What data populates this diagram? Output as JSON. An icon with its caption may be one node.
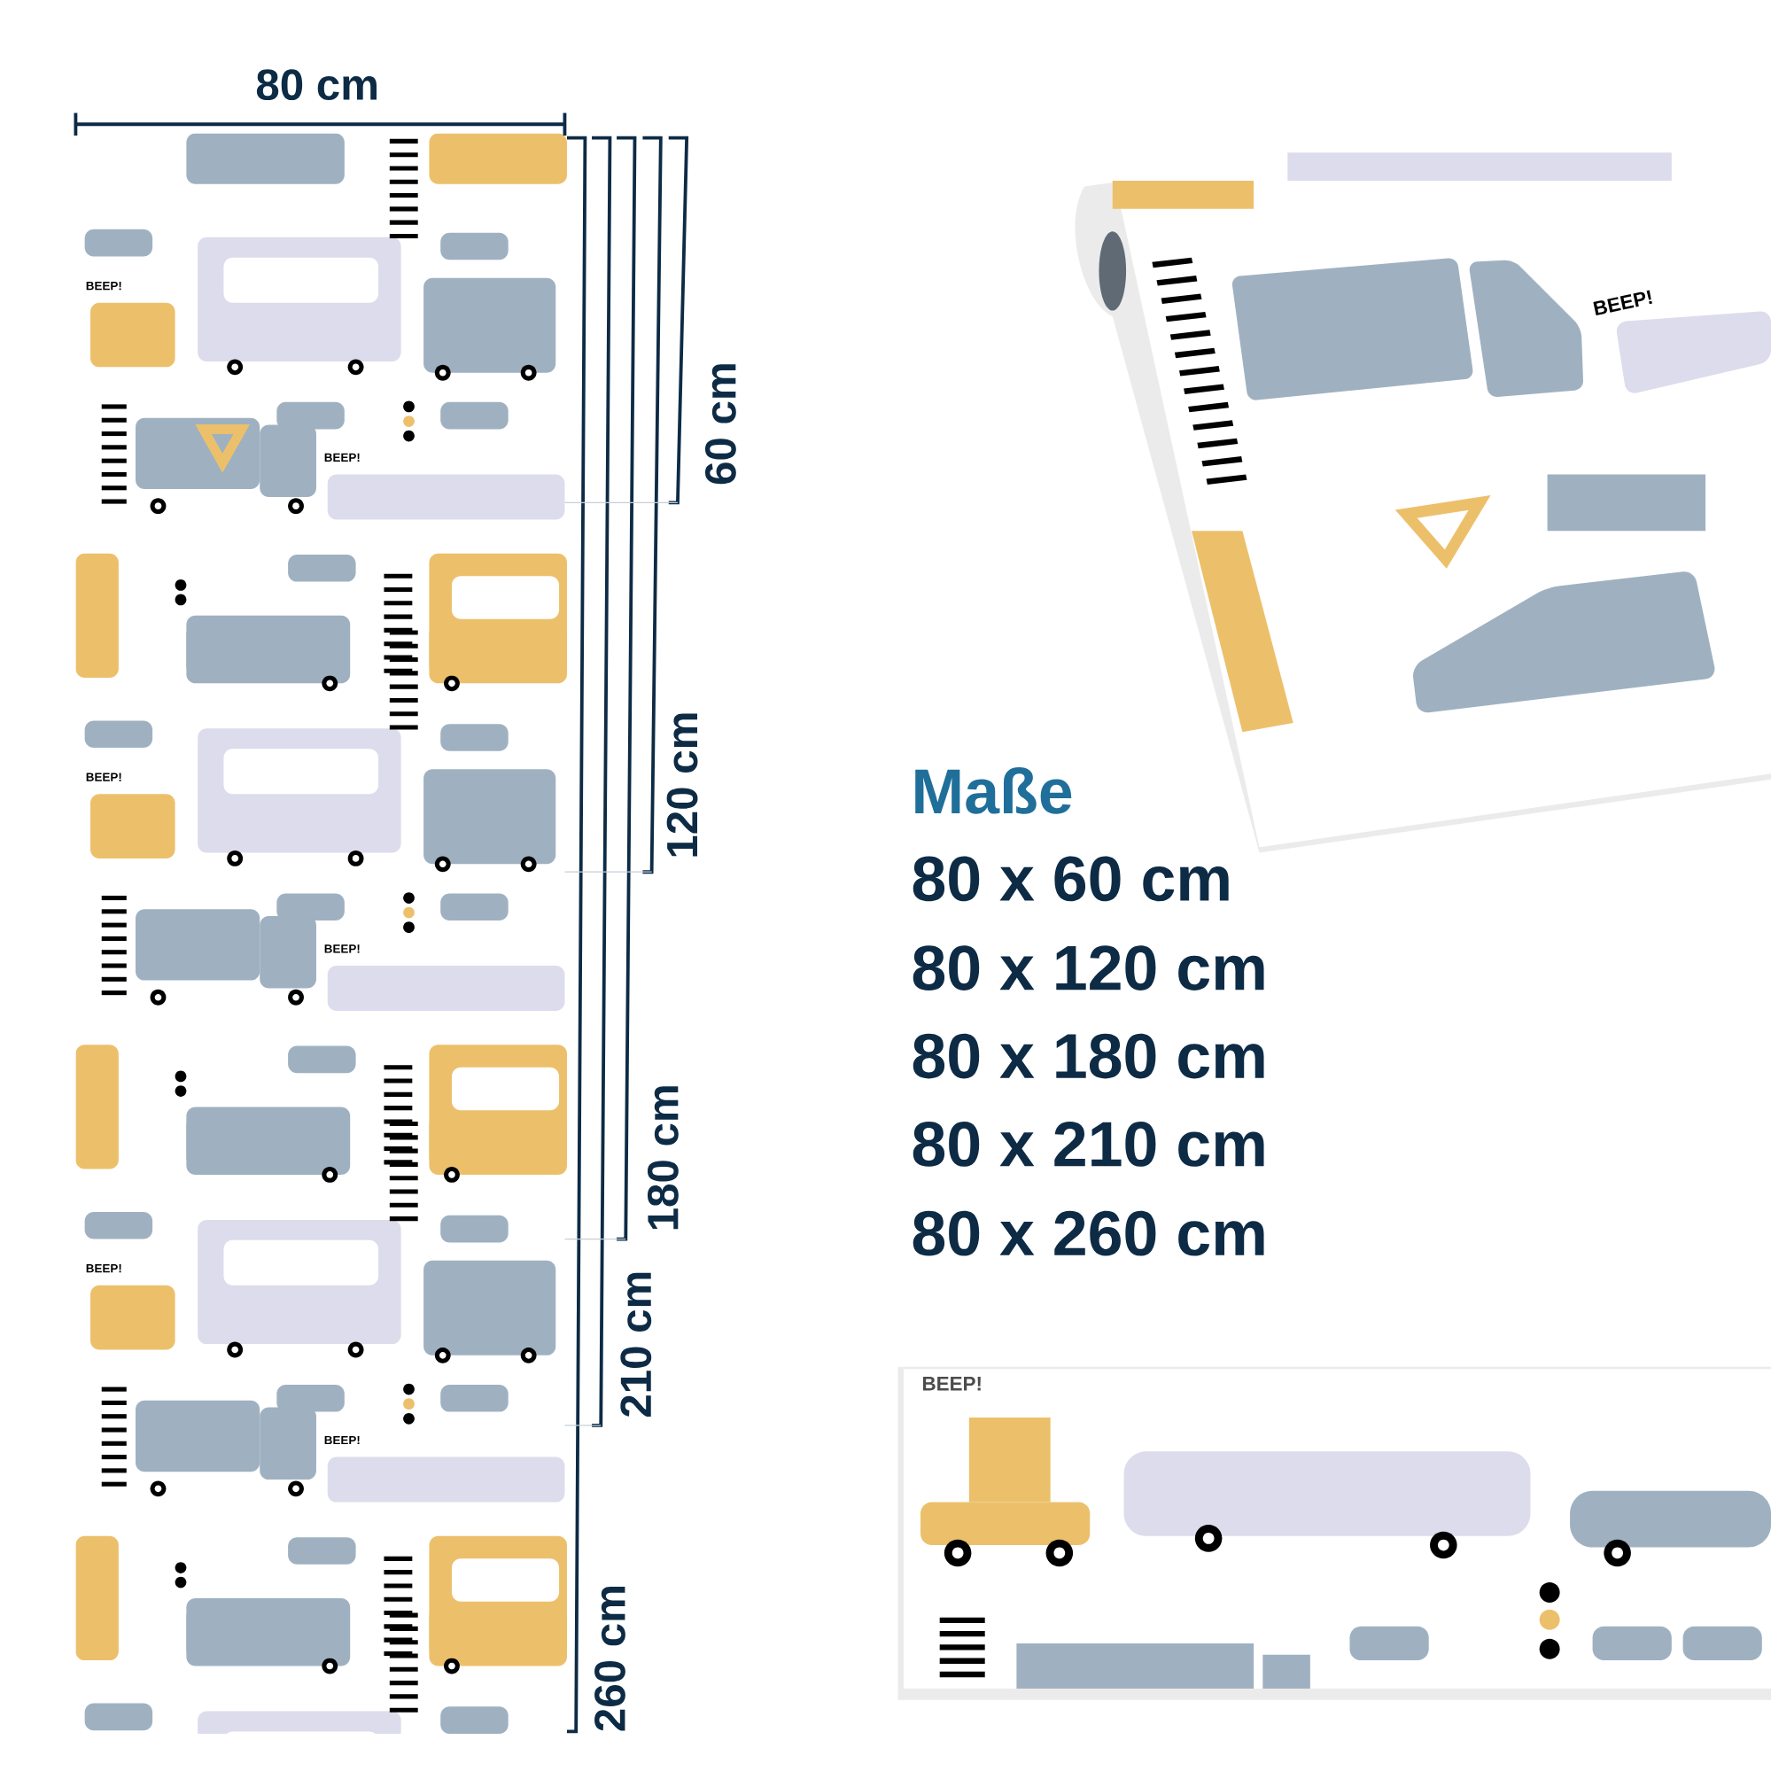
{
  "diagram": {
    "title": "Maße",
    "labels": [
      "80 cm",
      "60 cm",
      "120 cm",
      "180 cm",
      "210 cm",
      "260 cm",
      "BEEP!",
      "BEEP!",
      "BEEP!",
      "BEEP!",
      "BEEP!",
      "BEEP!",
      "BEEP!",
      "BEEP!",
      "80 x 60 cm",
      "80 x 120 cm",
      "80 x 180 cm",
      "80 x 210 cm",
      "80 x 260 cm"
    ]
  }
}
